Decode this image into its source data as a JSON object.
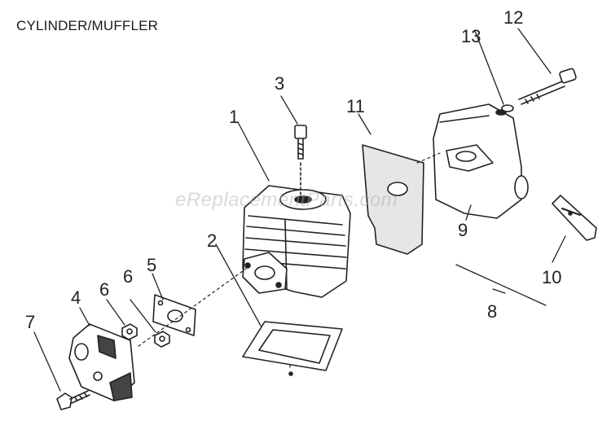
{
  "title": "CYLINDER/MUFFLER",
  "watermark": "eReplacementParts.com",
  "callouts": {
    "c1": "1",
    "c2": "2",
    "c3": "3",
    "c4": "4",
    "c5": "5",
    "c6a": "6",
    "c6b": "6",
    "c7": "7",
    "c8": "8",
    "c9": "9",
    "c10": "10",
    "c11": "11",
    "c12": "12",
    "c13": "13"
  },
  "colors": {
    "ink": "#222222",
    "paper": "#ffffff",
    "shade": "#bfbfbf"
  }
}
